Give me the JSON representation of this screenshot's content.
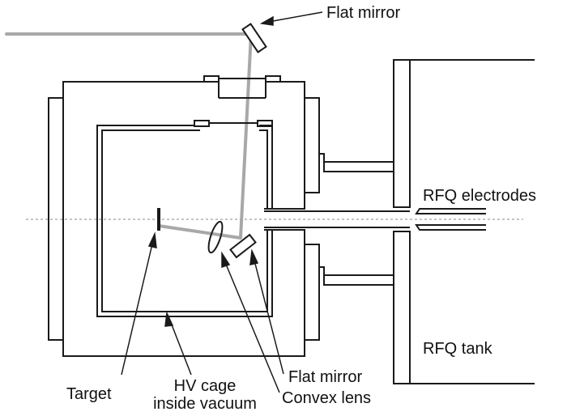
{
  "diagram": {
    "labels": {
      "flat_mirror_top": "Flat mirror",
      "rfq_electrodes": "RFQ electrodes",
      "rfq_tank": "RFQ tank",
      "target": "Target",
      "hv_cage_line1": "HV cage",
      "hv_cage_line2": "inside vacuum",
      "flat_mirror_bottom": "Flat mirror",
      "convex_lens": "Convex lens"
    },
    "colors": {
      "outline": "#1a1a1a",
      "laser_beam": "#a8a8a8",
      "axis_line": "#8a8a8a",
      "background": "#ffffff"
    }
  }
}
